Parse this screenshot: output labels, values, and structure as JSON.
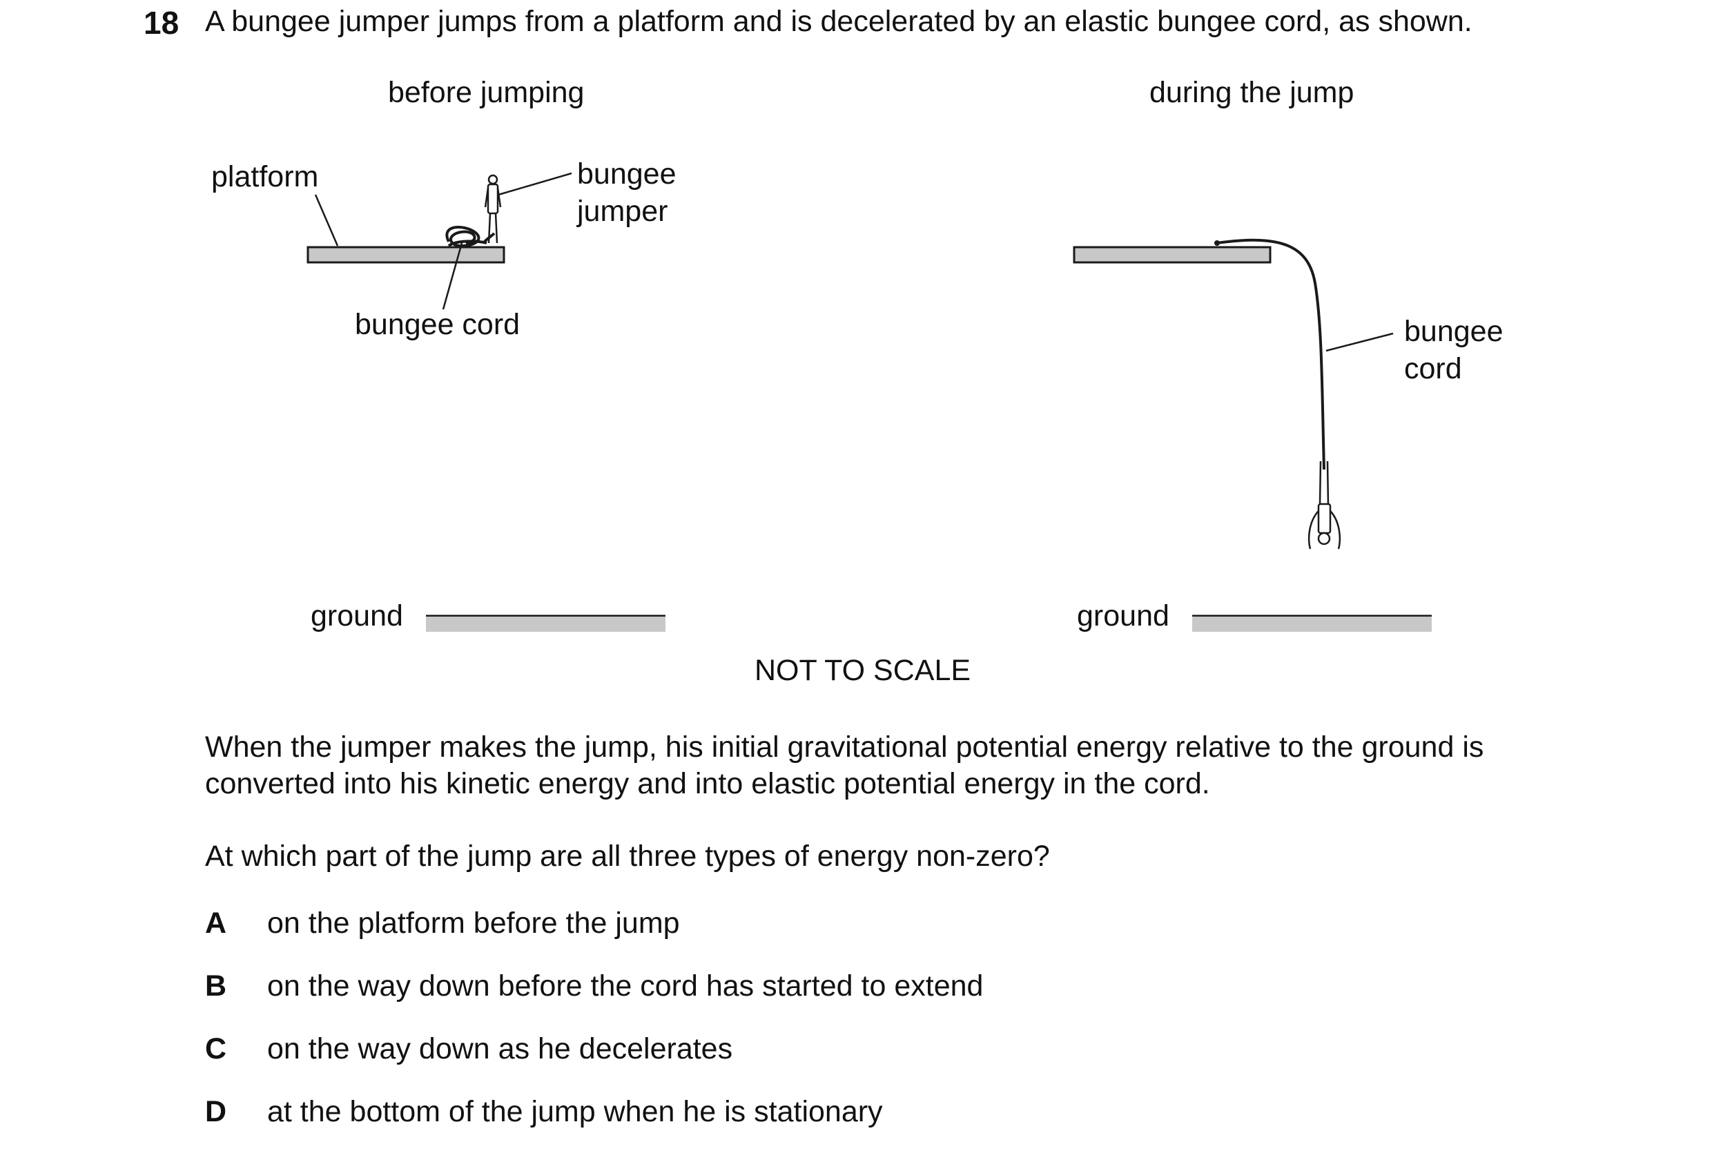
{
  "question": {
    "number": "18",
    "stem": "A bungee jumper jumps from a platform and is decelerated by an elastic bungee cord, as shown."
  },
  "figure": {
    "left_title": "before jumping",
    "right_title": "during the jump",
    "label_platform": "platform",
    "label_bungee_jumper_line1": "bungee",
    "label_bungee_jumper_line2": "jumper",
    "label_bungee_cord_left": "bungee cord",
    "label_bungee_cord_right_line1": "bungee",
    "label_bungee_cord_right_line2": "cord",
    "label_ground_left": "ground",
    "label_ground_right": "ground",
    "scale_note": "NOT TO SCALE",
    "colors": {
      "platform_fill": "#c8c8c8",
      "ground_fill": "#c8c8c8",
      "line": "#1a1a1a"
    }
  },
  "paragraphs": {
    "intro_line1": "When the jumper makes the jump, his initial gravitational potential energy relative to the ground is",
    "intro_line2": "converted into his kinetic energy and into elastic potential energy in the cord.",
    "prompt": "At which part of the jump are all three types of energy non-zero?"
  },
  "options": [
    {
      "letter": "A",
      "text": "on the platform before the jump"
    },
    {
      "letter": "B",
      "text": "on the way down before the cord has started to extend"
    },
    {
      "letter": "C",
      "text": "on the way down as he decelerates"
    },
    {
      "letter": "D",
      "text": "at the bottom of the jump when he is stationary"
    }
  ]
}
